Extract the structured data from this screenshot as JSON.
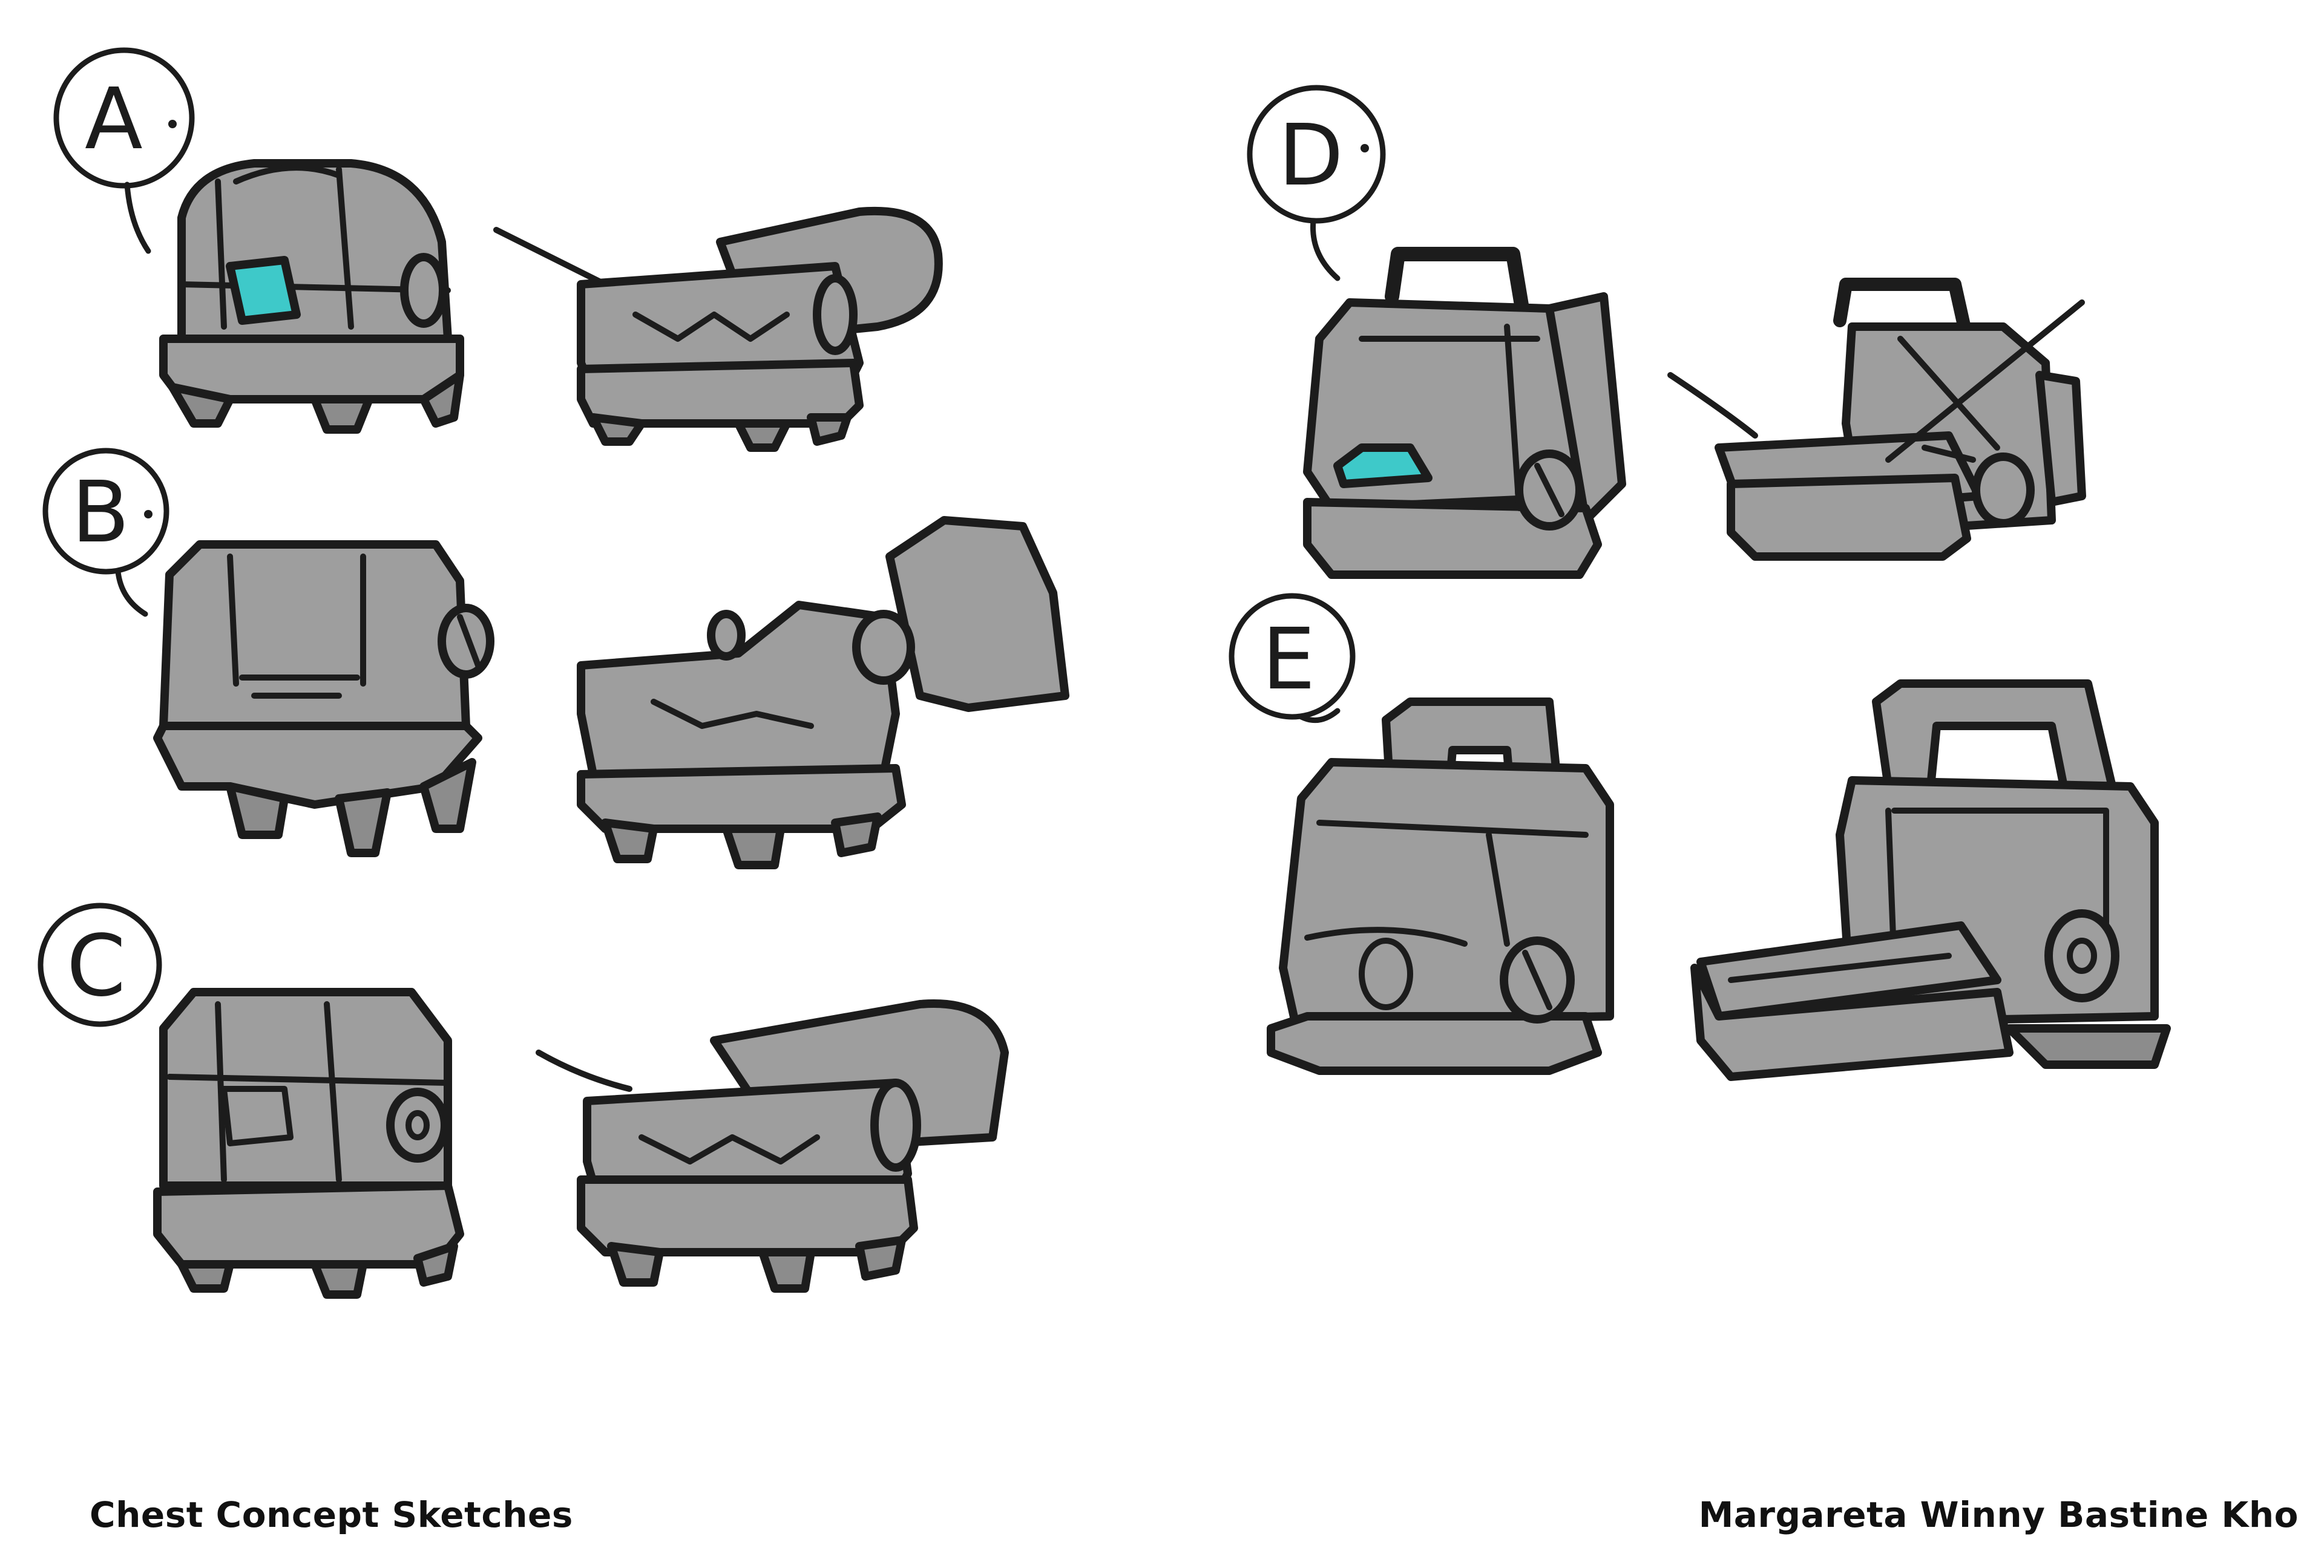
{
  "sheet": {
    "title": "Chest Concept Sketches",
    "artist": "Margareta Winny Bastine Kho"
  },
  "variants": [
    {
      "letter": "A",
      "accent": "#3ec9c9"
    },
    {
      "letter": "B",
      "accent": ""
    },
    {
      "letter": "C",
      "accent": ""
    },
    {
      "letter": "D",
      "accent": "#3ec9c9"
    },
    {
      "letter": "E",
      "accent": ""
    }
  ],
  "colors": {
    "body": "#9e9e9e",
    "shade": "#8a8a8a",
    "ink": "#1c1c1c",
    "accent": "#3ec9c9",
    "background": "#ffffff"
  }
}
